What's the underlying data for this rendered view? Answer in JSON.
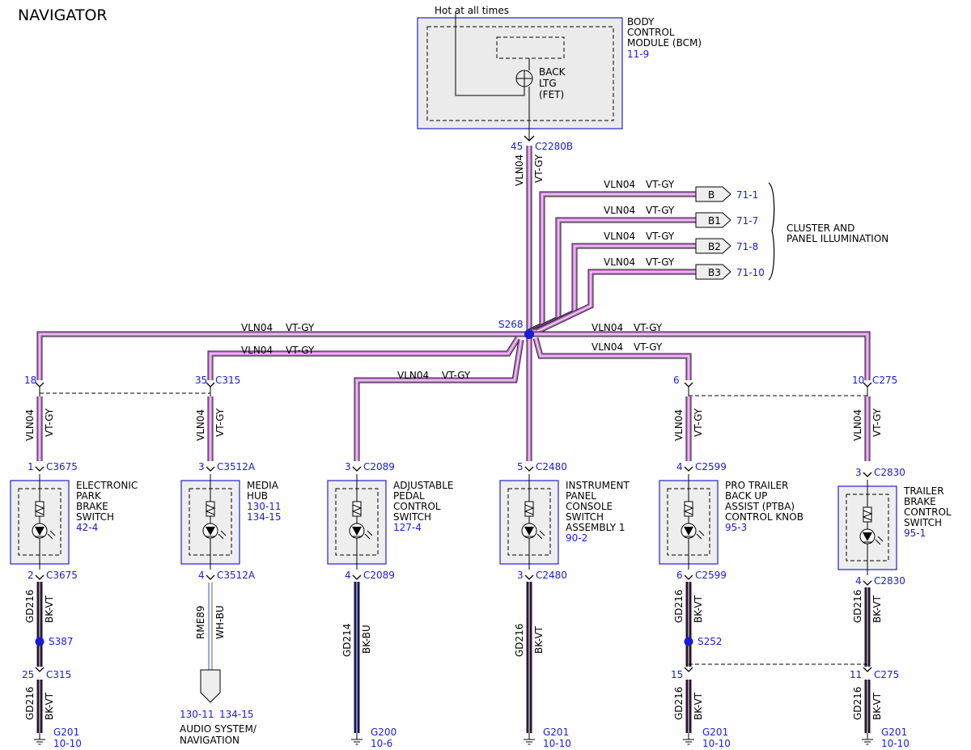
{
  "title": "NAVIGATOR",
  "bcm": {
    "label": [
      "BODY",
      "CONTROL",
      "MODULE (BCM)"
    ],
    "ref": "11-9",
    "hot": "Hot at all times",
    "fet": [
      "BACK",
      "LTG",
      "(FET)"
    ],
    "pin": "45",
    "conn": "C2280B"
  },
  "wire": {
    "circuit": "VLN04",
    "color": "VT-GY"
  },
  "splice_main": "S268",
  "cluster": {
    "label": [
      "CLUSTER AND",
      "PANEL ILLUMINATION"
    ],
    "connectors": [
      {
        "tag": "B",
        "ref": "71-1"
      },
      {
        "tag": "B1",
        "ref": "71-7"
      },
      {
        "tag": "B2",
        "ref": "71-8"
      },
      {
        "tag": "B3",
        "ref": "71-10"
      }
    ]
  },
  "branches": [
    {
      "top_pin": "18",
      "top_conn": "",
      "pin1": "1",
      "conn1": "C3675",
      "label": [
        "ELECTRONIC",
        "PARK",
        "BRAKE",
        "SWITCH"
      ],
      "ref": [
        "42-4"
      ],
      "pin2": "2",
      "conn2": "C3675",
      "gnd_circuit": "GD216",
      "gnd_color": "BK-VT",
      "splice": "S387",
      "pin3": "25",
      "conn3": "C315",
      "gnd2_circuit": "GD216",
      "gnd2_color": "BK-VT",
      "ground": "G201",
      "gref": "10-10"
    },
    {
      "top_pin": "35",
      "top_conn": "C315",
      "pin1": "3",
      "conn1": "C3512A",
      "label": [
        "MEDIA",
        "HUB"
      ],
      "ref": [
        "130-11",
        "134-15"
      ],
      "pin2": "4",
      "conn2": "C3512A",
      "out_circuit": "RME89",
      "out_color": "WH-BU",
      "dest_ref1": "130-11",
      "dest_ref2": "134-15",
      "dest": [
        "AUDIO SYSTEM/",
        "NAVIGATION"
      ]
    },
    {
      "pin1": "3",
      "conn1": "C2089",
      "label": [
        "ADJUSTABLE",
        "PEDAL",
        "CONTROL",
        "SWITCH"
      ],
      "ref": [
        "127-4"
      ],
      "pin2": "4",
      "conn2": "C2089",
      "gnd_circuit": "GD214",
      "gnd_color": "BK-BU",
      "ground": "G200",
      "gref": "10-6"
    },
    {
      "pin1": "5",
      "conn1": "C2480",
      "label": [
        "INSTRUMENT",
        "PANEL",
        "CONSOLE",
        "SWITCH",
        "ASSEMBLY 1"
      ],
      "ref": [
        "90-2"
      ],
      "pin2": "3",
      "conn2": "C2480",
      "gnd_circuit": "GD216",
      "gnd_color": "BK-VT",
      "ground": "G201",
      "gref": "10-10"
    },
    {
      "top_pin": "6",
      "pin1": "4",
      "conn1": "C2599",
      "label": [
        "PRO TRAILER",
        "BACK UP",
        "ASSIST (PTBA)",
        "CONTROL KNOB"
      ],
      "ref": [
        "95-3"
      ],
      "pin2": "6",
      "conn2": "C2599",
      "gnd_circuit": "GD216",
      "gnd_color": "BK-VT",
      "splice": "S252",
      "pin3": "15",
      "gnd2_circuit": "GD216",
      "gnd2_color": "BK-VT",
      "ground": "G201",
      "gref": "10-10"
    },
    {
      "top_pin": "10",
      "top_conn": "C275",
      "pin1": "3",
      "conn1": "C2830",
      "label": [
        "TRAILER",
        "BRAKE",
        "CONTROL",
        "SWITCH"
      ],
      "ref": [
        "95-1"
      ],
      "pin2": "4",
      "conn2": "C2830",
      "gnd_circuit": "GD216",
      "gnd_color": "BK-VT",
      "pin3": "11",
      "conn3": "C275",
      "gnd2_circuit": "GD216",
      "gnd2_color": "BK-VT",
      "ground": "G201",
      "gref": "10-10"
    }
  ],
  "colors": {
    "wire_vt_gy": "#cc79d9",
    "wire_bk_vt": "#2a1030",
    "wire_bk_bu": "#10106a",
    "wire_wh_bu": "#9aa8e8",
    "ref_blue": "#1a1adc",
    "box_border": "#2222cc",
    "box_fill": "#eeeeee"
  }
}
